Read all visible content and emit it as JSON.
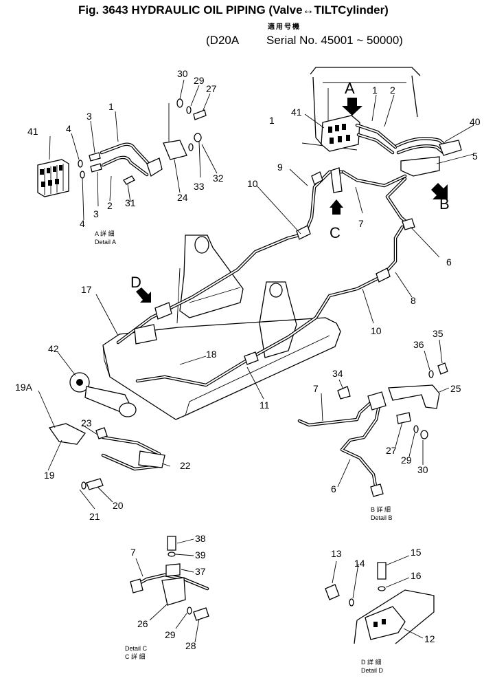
{
  "title": {
    "line1": "Fig. 3643 HYDRAULIC OIL PIPING (Valve↔TILTCylinder)",
    "jp": "適用号機",
    "model": "(D20A",
    "serial": "Serial No. 45001 ~ 50000)"
  },
  "views": {
    "A": "A",
    "B": "B",
    "C": "C",
    "D": "D"
  },
  "details": {
    "a_jp": "A 詳 細",
    "a": "Detail A",
    "b_jp": "B 詳 細",
    "b": "Detail B",
    "c": "Detail C",
    "c_jp": "C 詳 細",
    "d_jp": "D 詳 細",
    "d": "Detail D"
  },
  "callouts": [
    "30",
    "29",
    "27",
    "1",
    "3",
    "41",
    "4",
    "2",
    "3",
    "4",
    "31",
    "24",
    "33",
    "32",
    "A",
    "1",
    "2",
    "41",
    "40",
    "5",
    "9",
    "10",
    "7",
    "6",
    "8",
    "10",
    "11",
    "17",
    "18",
    "42",
    "19A",
    "23",
    "22",
    "19",
    "21",
    "20",
    "34",
    "7",
    "36",
    "35",
    "25",
    "27",
    "29",
    "30",
    "6",
    "38",
    "39",
    "37",
    "7",
    "26",
    "29",
    "28",
    "13",
    "14",
    "15",
    "16",
    "12"
  ],
  "colors": {
    "ink": "#000000",
    "paper": "#ffffff"
  }
}
